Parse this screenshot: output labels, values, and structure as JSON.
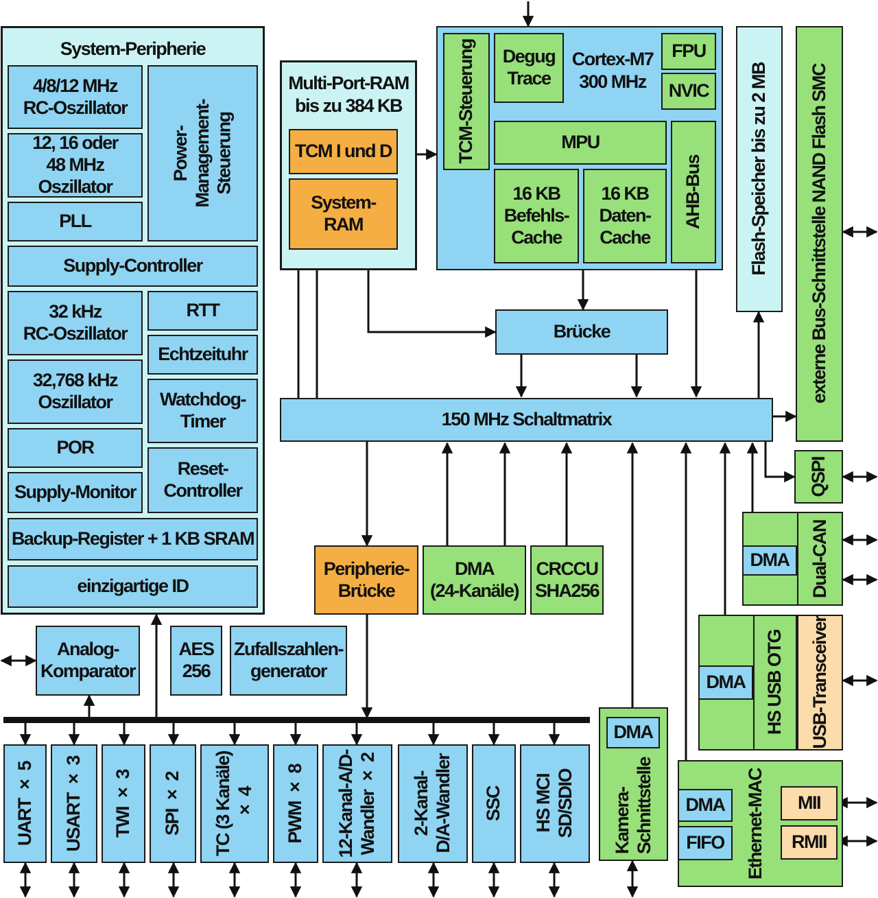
{
  "system_peripherie": {
    "title": "System-Peripherie",
    "rc_osc": "4/8/12 MHz\nRC-Oszillator",
    "osc": "12, 16 oder\n48 MHz Oszillator",
    "pll": "PLL",
    "power_mgmt": "Power-\nManagement-\nSteuerung",
    "supply_controller": "Supply-Controller",
    "rc_osc_32k": "32 kHz\nRC-Oszillator",
    "rtt": "RTT",
    "echtzeituhr": "Echtzeituhr",
    "osc_32768": "32,768 kHz\nOszillator",
    "watchdog": "Watchdog-\nTimer",
    "por": "POR",
    "supply_monitor": "Supply-Monitor",
    "reset_controller": "Reset-\nController",
    "backup_register": "Backup-Register + 1 KB SRAM",
    "unique_id": "einzigartige ID"
  },
  "multiport_ram": {
    "title": "Multi-Port-RAM\nbis zu 384 KB",
    "tcm": "TCM I und D",
    "system_ram": "System-\nRAM"
  },
  "cortex": {
    "tcm_steuerung": "TCM-Steuerung",
    "debug_trace": "Degug\nTrace",
    "title": "Cortex-M7\n300 MHz",
    "fpu": "FPU",
    "nvic": "NVIC",
    "mpu": "MPU",
    "icache": "16 KB\nBefehls-\nCache",
    "dcache": "16 KB\nDaten-\nCache",
    "ahb_bus": "AHB-Bus"
  },
  "flash": "Flash-Speicher bis zu 2 MB",
  "ext_bus": "externe Bus-Schnittstelle NAND Flash SMC",
  "bruecke": "Brücke",
  "schaltmatrix": "150 MHz Schaltmatrix",
  "qspi": "QSPI",
  "dual_can": {
    "dma": "DMA",
    "label": "Dual-CAN"
  },
  "usb": {
    "dma": "DMA",
    "label": "HS USB OTG",
    "transceiver": "USB-Transceiver"
  },
  "kamera": {
    "dma": "DMA",
    "label": "Kamera-\nSchnittstelle"
  },
  "ethernet": {
    "dma": "DMA",
    "fifo": "FIFO",
    "label": "Ethernet-MAC",
    "mii": "MII",
    "rmii": "RMII"
  },
  "peripherie_bruecke": "Peripherie-\nBrücke",
  "dma24": "DMA\n(24-Kanäle)",
  "crccu": "CRCCU\nSHA256",
  "analog_komparator": "Analog-\nKomparator",
  "aes": "AES\n256",
  "zufallszahlen": "Zufallszahlen-\ngenerator",
  "peripherals": {
    "uart": "UART × 5",
    "usart": "USART × 3",
    "twi": "TWI × 3",
    "spi": "SPI × 2",
    "tc": "TC (3 Kanäle)\n× 4",
    "pwm": "PWM × 8",
    "adc": "12-Kanal-A/D-\nWandler × 2",
    "dac": "2-Kanal-\nD/A-Wandler",
    "ssc": "SSC",
    "hsmci": "HS MCI\nSD/SDIO"
  },
  "colors": {
    "blue": "#8fd4f2",
    "green": "#97e07a",
    "orange": "#f4ae43",
    "pale": "#ccf3f3",
    "peach": "#fcdcaa"
  }
}
